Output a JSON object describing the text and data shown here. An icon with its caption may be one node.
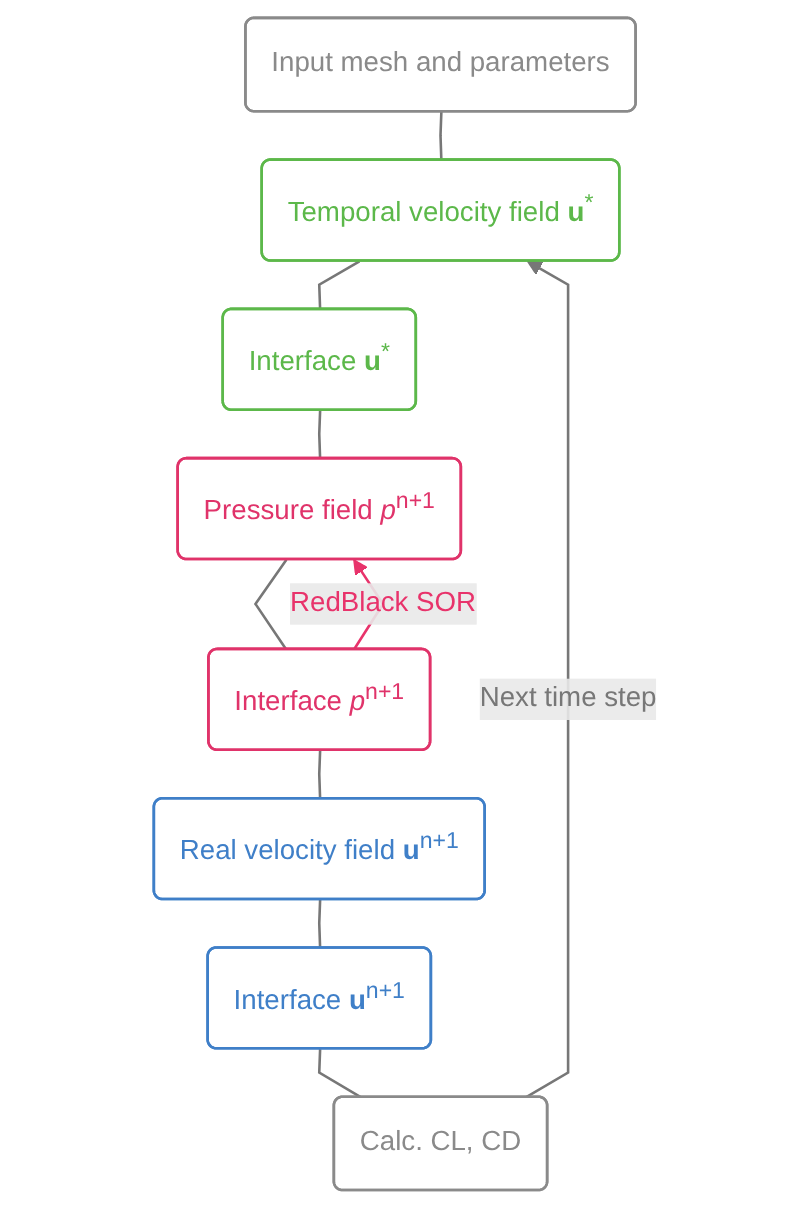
{
  "diagram": {
    "nodes": [
      {
        "text": [
          "Input mesh and parameters"
        ]
      },
      {
        "text": [
          "Temporal velocity field **u**$^{*}$"
        ]
      },
      {
        "text": [
          "Interface **u**$^{*}$"
        ]
      },
      {
        "text": [
          "Pressure field *p*$^{n+1}$"
        ]
      },
      {
        "text": [
          "Interface *p*$^{n+1}$"
        ]
      },
      {
        "text": [
          "Real velocity field **u**$^{n+1}$"
        ]
      },
      {
        "text": [
          "Interface **u**$^{n+1}$"
        ]
      },
      {
        "text": [
          "Calc. CL, CD"
        ]
      }
    ],
    "edges": [
      {
        "from": 0,
        "to": 1,
        "arrow": "none"
      },
      {
        "from": 1,
        "to": 2,
        "arrow": "none"
      },
      {
        "from": 2,
        "to": 3,
        "arrow": "none"
      },
      {
        "from": 3,
        "to": 4,
        "arrow": "none"
      },
      {
        "from": 4,
        "to": 5,
        "arrow": "none"
      },
      {
        "from": 5,
        "to": 6,
        "arrow": "none"
      },
      {
        "from": 6,
        "to": 7,
        "arrow": "none"
      },
      {
        "from": 7,
        "to": 1,
        "arrow": "to",
        "label": "Next time step"
      },
      {
        "from": 4,
        "to": 3,
        "arrow": "to",
        "label": "RedBlack SOR",
        "color": "#e8336b"
      }
    ]
  }
}
